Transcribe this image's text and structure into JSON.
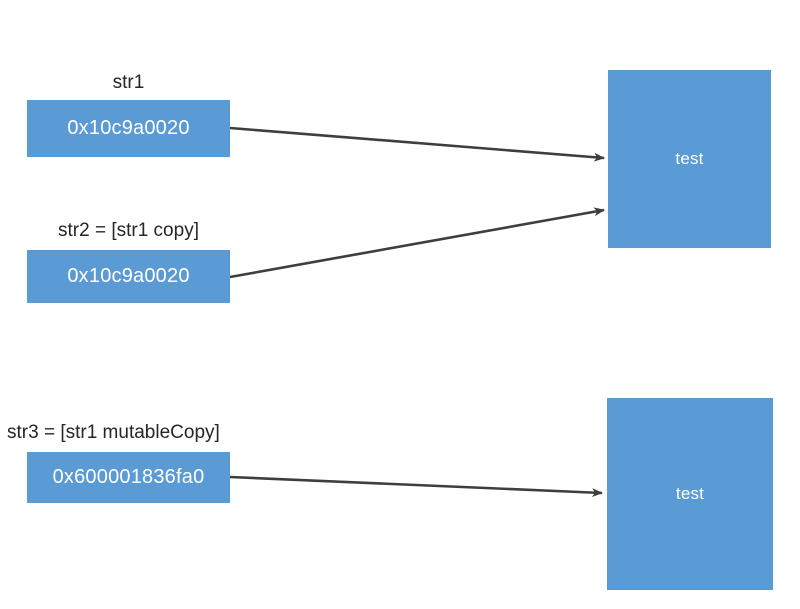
{
  "diagram": {
    "title": "Objective-C string copy vs mutableCopy reference diagram",
    "background_color": "#ffffff",
    "box_fill_color": "#5b9bd5",
    "box_text_color": "#ffffff",
    "label_text_color": "#262626",
    "arrow_color": "#3e3e3e"
  },
  "variables": [
    {
      "id": "str1",
      "label": "str1",
      "address": "0x10c9a0020"
    },
    {
      "id": "str2",
      "label": "str2 = [str1 copy]",
      "address": "0x10c9a0020"
    },
    {
      "id": "str3",
      "label": "str3 = [str1 mutableCopy]",
      "address": "0x600001836fa0"
    }
  ],
  "targets": [
    {
      "id": "target-1",
      "value": "test"
    },
    {
      "id": "target-2",
      "value": "test"
    }
  ],
  "arrows": [
    {
      "id": "arrow-str1-to-target1",
      "from": "str1",
      "to": "target-1"
    },
    {
      "id": "arrow-str2-to-target1",
      "from": "str2",
      "to": "target-1"
    },
    {
      "id": "arrow-str3-to-target2",
      "from": "str3",
      "to": "target-2"
    }
  ]
}
